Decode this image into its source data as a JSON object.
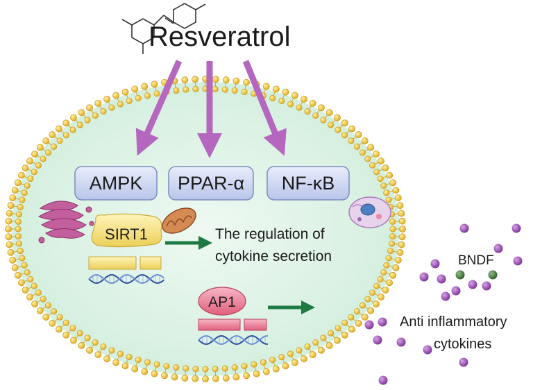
{
  "drug": {
    "name": "Resveratrol"
  },
  "pathways": [
    {
      "label": "AMPK"
    },
    {
      "label": "PPAR-α"
    },
    {
      "label": "NF-κB"
    }
  ],
  "sirt1": {
    "label": "SIRT1"
  },
  "ap1": {
    "label": "AP1"
  },
  "regulation": {
    "line1": "The regulation of",
    "line2": "cytokine secretion"
  },
  "bndf": {
    "label": "BNDF"
  },
  "cytokines": {
    "line1": "Anti inflammatory",
    "line2": "cytokines"
  },
  "colors": {
    "cytoplasm": "#dff3e8",
    "membrane_head": "#f2c530",
    "arrow_purple": "#b567bf",
    "arrow_green": "#1e7a43",
    "pill_fill": "#cfd7f0",
    "pill_border": "#7b8cbd",
    "sirt1_fill": "#f6e58a",
    "ap1_fill": "#ef8aa0",
    "cytokine_dot": "#8a3fa6",
    "bndf_dot": "#3f6b3a"
  }
}
